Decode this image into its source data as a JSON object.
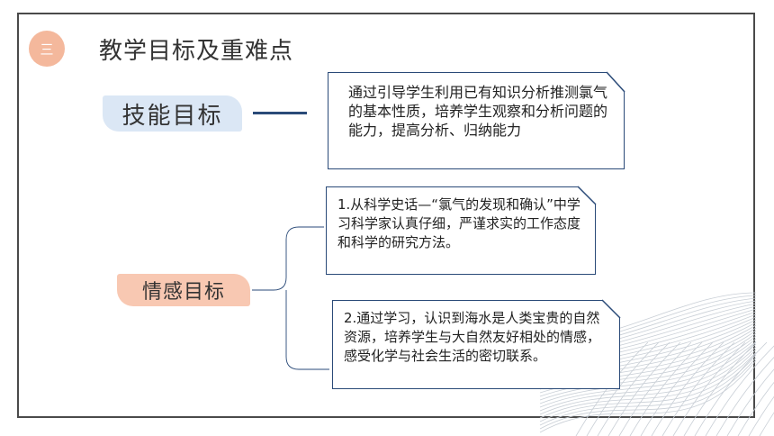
{
  "header": {
    "badge_text": "三",
    "title": "教学目标及重难点"
  },
  "skill": {
    "label": "技能目标",
    "text": "通过引导学生利用已有知识分析推测氯气的基本性质，培养学生观察和分析问题的能力，提高分析、归纳能力"
  },
  "emotion": {
    "label": "情感目标",
    "items": [
      "1.从科学史话—“氯气的发现和确认”中学习科学家认真仔细，严谨求实的工作态度和科学的研究方法。",
      "2.通过学习，认识到海水是人类宝贵的自然资源，培养学生与大自然友好相处的情感，感受化学与社会生活的密切联系。"
    ]
  },
  "colors": {
    "accent_orange": "#f4b89c",
    "accent_blue": "#dbe7f5",
    "line_navy": "#2a4a78"
  }
}
